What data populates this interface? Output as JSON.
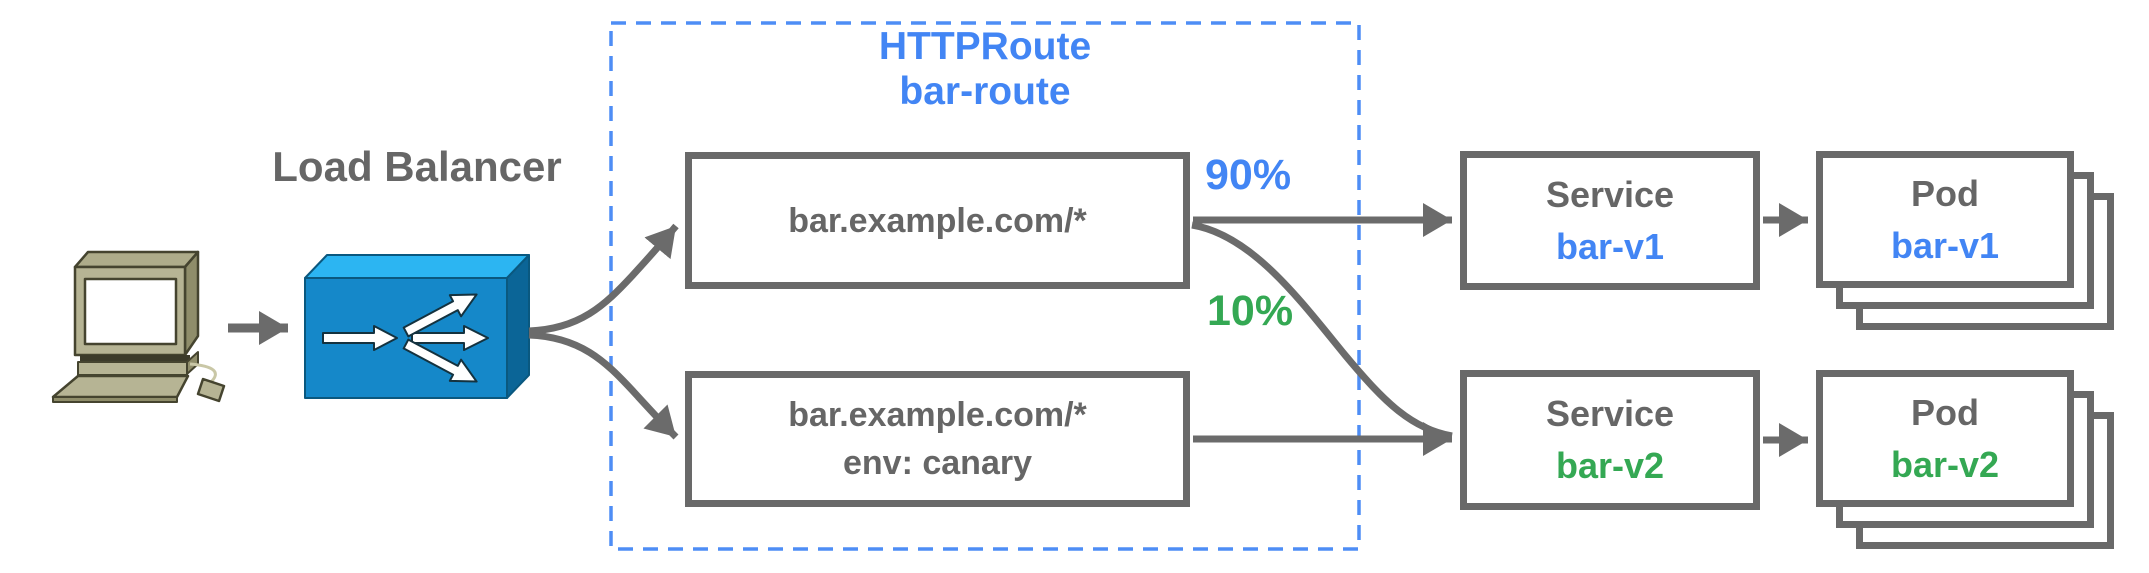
{
  "load_balancer": {
    "label": "Load Balancer",
    "icon": "load-balancer-icon"
  },
  "client": {
    "icon": "desktop-computer-icon"
  },
  "http_route": {
    "kind": "HTTPRoute",
    "name": "bar-route"
  },
  "rules": [
    {
      "match": "bar.example.com/*"
    },
    {
      "match": "bar.example.com/*",
      "header_match": "env: canary"
    }
  ],
  "weights": [
    {
      "label": "90%",
      "color": "#4285f4"
    },
    {
      "label": "10%",
      "color": "#34a853"
    }
  ],
  "services": [
    {
      "kind": "Service",
      "name": "bar-v1",
      "color": "#4285f4"
    },
    {
      "kind": "Service",
      "name": "bar-v2",
      "color": "#34a853"
    }
  ],
  "pods": [
    {
      "kind": "Pod",
      "name": "bar-v1",
      "color": "#4285f4"
    },
    {
      "kind": "Pod",
      "name": "bar-v2",
      "color": "#34a853"
    }
  ],
  "palette": {
    "accent_blue": "#4285f4",
    "accent_green": "#34a853",
    "line_gray": "#6b6b6b",
    "border_gray": "#696969",
    "dashed_border_blue": "#4e8df5",
    "lb_front": "#1588c9",
    "lb_top": "#2cb5f2",
    "lb_side": "#0b6597",
    "computer_beige": "#b6b494"
  }
}
